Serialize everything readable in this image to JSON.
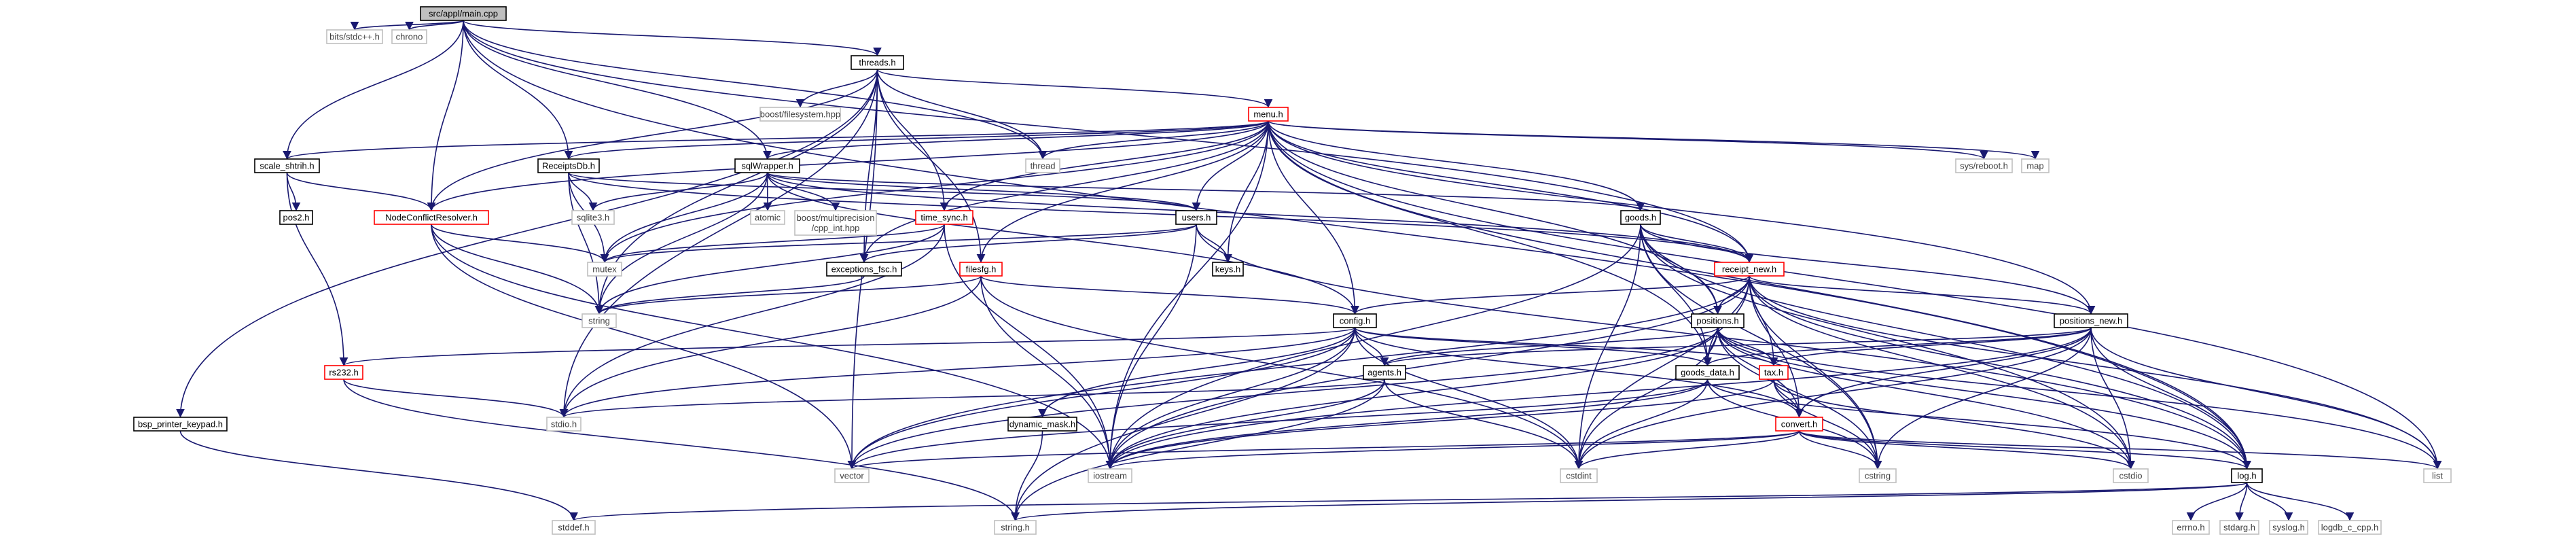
{
  "palette": {
    "edge": "#191970",
    "root_fill": "#bfbfbf",
    "node_fill": "#ffffff",
    "node_border": "#000000",
    "linked_border": "#ff0000",
    "system_border": "#bfbfbf",
    "system_text": "#404040",
    "text": "#000000"
  },
  "nodes": [
    {
      "id": "main",
      "label": "src/appl/main.cpp",
      "kind": "root"
    },
    {
      "id": "stdcpp",
      "label": "bits/stdc++.h",
      "kind": "system"
    },
    {
      "id": "chrono",
      "label": "chrono",
      "kind": "system"
    },
    {
      "id": "threads",
      "label": "threads.h",
      "kind": "file"
    },
    {
      "id": "boostfs",
      "label": "boost/filesystem.hpp",
      "kind": "system"
    },
    {
      "id": "menu",
      "label": "menu.h",
      "kind": "linked"
    },
    {
      "id": "thread",
      "label": "thread",
      "kind": "system"
    },
    {
      "id": "sysreboot",
      "label": "sys/reboot.h",
      "kind": "system"
    },
    {
      "id": "map",
      "label": "map",
      "kind": "system"
    },
    {
      "id": "scale",
      "label": "scale_shtrih.h",
      "kind": "file"
    },
    {
      "id": "receiptsdb",
      "label": "ReceiptsDb.h",
      "kind": "file"
    },
    {
      "id": "sqlwrapper",
      "label": "sqlWrapper.h",
      "kind": "file"
    },
    {
      "id": "pos2",
      "label": "pos2.h",
      "kind": "file"
    },
    {
      "id": "ncr",
      "label": "NodeConflictResolver.h",
      "kind": "linked"
    },
    {
      "id": "sqlite3",
      "label": "sqlite3.h",
      "kind": "system"
    },
    {
      "id": "atomic",
      "label": "atomic",
      "kind": "system"
    },
    {
      "id": "boostmp",
      "label": "boost/multiprecision\n/cpp_int.hpp",
      "kind": "system"
    },
    {
      "id": "users",
      "label": "users.h",
      "kind": "file"
    },
    {
      "id": "timesync",
      "label": "time_sync.h",
      "kind": "linked"
    },
    {
      "id": "goods",
      "label": "goods.h",
      "kind": "file"
    },
    {
      "id": "mutex",
      "label": "mutex",
      "kind": "system"
    },
    {
      "id": "string",
      "label": "string",
      "kind": "system"
    },
    {
      "id": "exfsc",
      "label": "exceptions_fsc.h",
      "kind": "file"
    },
    {
      "id": "keys",
      "label": "keys.h",
      "kind": "file"
    },
    {
      "id": "filesfg",
      "label": "filesfg.h",
      "kind": "linked"
    },
    {
      "id": "receiptnew",
      "label": "receipt_new.h",
      "kind": "linked"
    },
    {
      "id": "config",
      "label": "config.h",
      "kind": "file"
    },
    {
      "id": "positions",
      "label": "positions.h",
      "kind": "file"
    },
    {
      "id": "positionsnew",
      "label": "positions_new.h",
      "kind": "file"
    },
    {
      "id": "rs232",
      "label": "rs232.h",
      "kind": "linked"
    },
    {
      "id": "agents",
      "label": "agents.h",
      "kind": "file"
    },
    {
      "id": "goodsdata",
      "label": "goods_data.h",
      "kind": "file"
    },
    {
      "id": "tax",
      "label": "tax.h",
      "kind": "linked"
    },
    {
      "id": "stdio",
      "label": "stdio.h",
      "kind": "system"
    },
    {
      "id": "dynmask",
      "label": "dynamic_mask.h",
      "kind": "file"
    },
    {
      "id": "convert",
      "label": "convert.h",
      "kind": "linked"
    },
    {
      "id": "vector",
      "label": "vector",
      "kind": "system"
    },
    {
      "id": "iostream",
      "label": "iostream",
      "kind": "system"
    },
    {
      "id": "cstdint",
      "label": "cstdint",
      "kind": "system"
    },
    {
      "id": "cstring",
      "label": "cstring",
      "kind": "system"
    },
    {
      "id": "cstdio",
      "label": "cstdio",
      "kind": "system"
    },
    {
      "id": "log",
      "label": "log.h",
      "kind": "file"
    },
    {
      "id": "list",
      "label": "list",
      "kind": "system"
    },
    {
      "id": "bspkeypad",
      "label": "bsp_printer_keypad.h",
      "kind": "file"
    },
    {
      "id": "stddef",
      "label": "stddef.h",
      "kind": "system"
    },
    {
      "id": "stringh",
      "label": "string.h",
      "kind": "system"
    },
    {
      "id": "errno",
      "label": "errno.h",
      "kind": "system"
    },
    {
      "id": "stdarg",
      "label": "stdarg.h",
      "kind": "system"
    },
    {
      "id": "syslog",
      "label": "syslog.h",
      "kind": "system"
    },
    {
      "id": "logdb",
      "label": "logdb_c_cpp.h",
      "kind": "system"
    }
  ],
  "edges": [
    [
      "main",
      "stdcpp"
    ],
    [
      "main",
      "chrono"
    ],
    [
      "main",
      "threads"
    ],
    [
      "main",
      "thread"
    ],
    [
      "main",
      "scale"
    ],
    [
      "main",
      "receiptsdb"
    ],
    [
      "main",
      "sqlwrapper"
    ],
    [
      "main",
      "ncr"
    ],
    [
      "main",
      "receiptnew"
    ],
    [
      "main",
      "log"
    ],
    [
      "threads",
      "boostfs"
    ],
    [
      "threads",
      "menu"
    ],
    [
      "threads",
      "thread"
    ],
    [
      "threads",
      "ncr"
    ],
    [
      "threads",
      "timesync"
    ],
    [
      "threads",
      "exfsc"
    ],
    [
      "threads",
      "filesfg"
    ],
    [
      "threads",
      "stdio"
    ],
    [
      "threads",
      "string"
    ],
    [
      "threads",
      "vector"
    ],
    [
      "threads",
      "bspkeypad"
    ],
    [
      "menu",
      "thread"
    ],
    [
      "menu",
      "sysreboot"
    ],
    [
      "menu",
      "map"
    ],
    [
      "menu",
      "list"
    ],
    [
      "menu",
      "scale"
    ],
    [
      "menu",
      "receiptsdb"
    ],
    [
      "menu",
      "sqlwrapper"
    ],
    [
      "menu",
      "ncr"
    ],
    [
      "menu",
      "users"
    ],
    [
      "menu",
      "timesync"
    ],
    [
      "menu",
      "goods"
    ],
    [
      "menu",
      "mutex"
    ],
    [
      "menu",
      "exfsc"
    ],
    [
      "menu",
      "keys"
    ],
    [
      "menu",
      "filesfg"
    ],
    [
      "menu",
      "receiptnew"
    ],
    [
      "menu",
      "config"
    ],
    [
      "menu",
      "positions"
    ],
    [
      "menu",
      "positionsnew"
    ],
    [
      "menu",
      "goodsdata"
    ],
    [
      "menu",
      "iostream"
    ],
    [
      "menu",
      "log"
    ],
    [
      "scale",
      "pos2"
    ],
    [
      "scale",
      "ncr"
    ],
    [
      "scale",
      "rs232"
    ],
    [
      "receiptsdb",
      "sqlite3"
    ],
    [
      "receiptsdb",
      "mutex"
    ],
    [
      "receiptsdb",
      "string"
    ],
    [
      "receiptsdb",
      "users"
    ],
    [
      "receiptsdb",
      "receiptnew"
    ],
    [
      "sqlwrapper",
      "sqlite3"
    ],
    [
      "sqlwrapper",
      "atomic"
    ],
    [
      "sqlwrapper",
      "boostmp"
    ],
    [
      "sqlwrapper",
      "mutex"
    ],
    [
      "sqlwrapper",
      "string"
    ],
    [
      "sqlwrapper",
      "users"
    ],
    [
      "sqlwrapper",
      "goods"
    ],
    [
      "sqlwrapper",
      "config"
    ],
    [
      "sqlwrapper",
      "receiptnew"
    ],
    [
      "ncr",
      "mutex"
    ],
    [
      "ncr",
      "string"
    ],
    [
      "ncr",
      "vector"
    ],
    [
      "ncr",
      "iostream"
    ],
    [
      "users",
      "keys"
    ],
    [
      "users",
      "exfsc"
    ],
    [
      "users",
      "mutex"
    ],
    [
      "users",
      "iostream"
    ],
    [
      "users",
      "log"
    ],
    [
      "timesync",
      "mutex"
    ],
    [
      "timesync",
      "string"
    ],
    [
      "timesync",
      "stdio"
    ],
    [
      "timesync",
      "iostream"
    ],
    [
      "goods",
      "receiptnew"
    ],
    [
      "goods",
      "positions"
    ],
    [
      "goods",
      "positionsnew"
    ],
    [
      "goods",
      "goodsdata"
    ],
    [
      "goods",
      "iostream"
    ],
    [
      "goods",
      "cstdint"
    ],
    [
      "goods",
      "cstring"
    ],
    [
      "goods",
      "cstdio"
    ],
    [
      "goods",
      "log"
    ],
    [
      "exfsc",
      "string"
    ],
    [
      "filesfg",
      "string"
    ],
    [
      "filesfg",
      "config"
    ],
    [
      "filesfg",
      "stdio"
    ],
    [
      "filesfg",
      "iostream"
    ],
    [
      "filesfg",
      "cstdint"
    ],
    [
      "receiptnew",
      "config"
    ],
    [
      "receiptnew",
      "positions"
    ],
    [
      "receiptnew",
      "positionsnew"
    ],
    [
      "receiptnew",
      "goodsdata"
    ],
    [
      "receiptnew",
      "tax"
    ],
    [
      "receiptnew",
      "convert"
    ],
    [
      "receiptnew",
      "iostream"
    ],
    [
      "receiptnew",
      "cstdint"
    ],
    [
      "receiptnew",
      "cstring"
    ],
    [
      "receiptnew",
      "cstdio"
    ],
    [
      "receiptnew",
      "log"
    ],
    [
      "receiptnew",
      "list"
    ],
    [
      "receiptnew",
      "vector"
    ],
    [
      "config",
      "rs232"
    ],
    [
      "config",
      "agents"
    ],
    [
      "config",
      "goodsdata"
    ],
    [
      "config",
      "tax"
    ],
    [
      "config",
      "dynmask"
    ],
    [
      "config",
      "stdio"
    ],
    [
      "config",
      "vector"
    ],
    [
      "config",
      "iostream"
    ],
    [
      "config",
      "cstdint"
    ],
    [
      "config",
      "stringh"
    ],
    [
      "config",
      "convert"
    ],
    [
      "positions",
      "agents"
    ],
    [
      "positions",
      "goodsdata"
    ],
    [
      "positions",
      "tax"
    ],
    [
      "positions",
      "convert"
    ],
    [
      "positions",
      "vector"
    ],
    [
      "positions",
      "iostream"
    ],
    [
      "positions",
      "cstdint"
    ],
    [
      "positions",
      "cstring"
    ],
    [
      "positions",
      "cstdio"
    ],
    [
      "positions",
      "log"
    ],
    [
      "positions",
      "list"
    ],
    [
      "positionsnew",
      "agents"
    ],
    [
      "positionsnew",
      "goodsdata"
    ],
    [
      "positionsnew",
      "tax"
    ],
    [
      "positionsnew",
      "convert"
    ],
    [
      "positionsnew",
      "iostream"
    ],
    [
      "positionsnew",
      "cstdint"
    ],
    [
      "positionsnew",
      "cstring"
    ],
    [
      "positionsnew",
      "cstdio"
    ],
    [
      "positionsnew",
      "log"
    ],
    [
      "positionsnew",
      "list"
    ],
    [
      "rs232",
      "stdio"
    ],
    [
      "rs232",
      "stringh"
    ],
    [
      "agents",
      "stdio"
    ],
    [
      "agents",
      "iostream"
    ],
    [
      "agents",
      "cstdint"
    ],
    [
      "agents",
      "stringh"
    ],
    [
      "goodsdata",
      "vector"
    ],
    [
      "goodsdata",
      "iostream"
    ],
    [
      "goodsdata",
      "cstdint"
    ],
    [
      "goodsdata",
      "cstring"
    ],
    [
      "goodsdata",
      "log"
    ],
    [
      "tax",
      "convert"
    ],
    [
      "tax",
      "iostream"
    ],
    [
      "tax",
      "cstring"
    ],
    [
      "tax",
      "cstdio"
    ],
    [
      "dynmask",
      "stringh"
    ],
    [
      "convert",
      "vector"
    ],
    [
      "convert",
      "iostream"
    ],
    [
      "convert",
      "cstdint"
    ],
    [
      "convert",
      "cstring"
    ],
    [
      "convert",
      "cstdio"
    ],
    [
      "convert",
      "log"
    ],
    [
      "convert",
      "list"
    ],
    [
      "log",
      "stddef"
    ],
    [
      "log",
      "stringh"
    ],
    [
      "log",
      "errno"
    ],
    [
      "log",
      "stdarg"
    ],
    [
      "log",
      "syslog"
    ],
    [
      "log",
      "logdb"
    ],
    [
      "bspkeypad",
      "stddef"
    ]
  ]
}
